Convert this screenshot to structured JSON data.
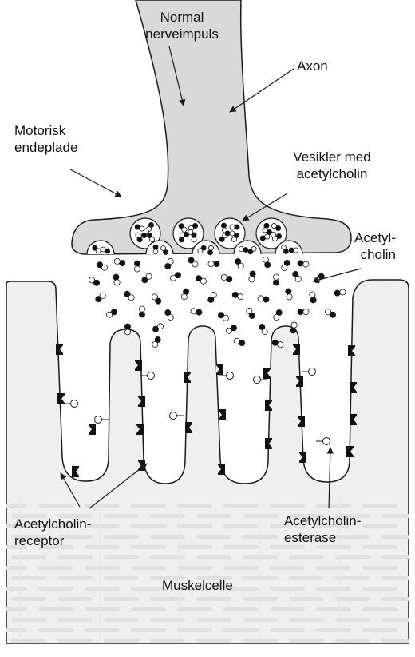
{
  "labels": {
    "impulse_l1": "Normal",
    "impulse_l2": "nerveimpuls",
    "axon": "Axon",
    "endplate_l1": "Motorisk",
    "endplate_l2": "endeplade",
    "vesicles_l1": "Vesikler med",
    "vesicles_l2": "acetylcholin",
    "ach_l1": "Acetyl-",
    "ach_l2": "cholin",
    "receptor_l1": "Acetylcholin-",
    "receptor_l2": "receptor",
    "esterase_l1": "Acetylcholin-",
    "esterase_l2": "esterase",
    "muscle": "Muskelcelle"
  },
  "colors": {
    "nerve_fill": "#d9d9d9",
    "muscle_fill": "#efefef",
    "fiber_stripe": "#e0e0e0",
    "outline": "#1a1a1a",
    "molecule_dark": "#111111",
    "molecule_light": "#ffffff"
  }
}
